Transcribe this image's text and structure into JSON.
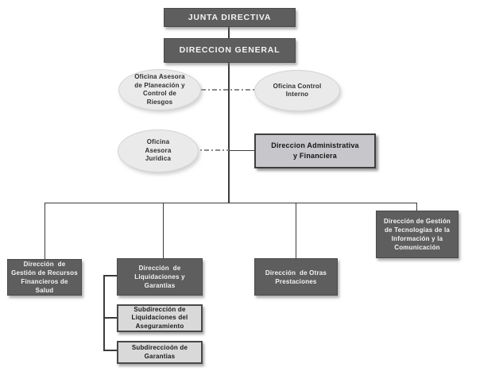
{
  "diagram": {
    "type": "org-chart",
    "language": "es",
    "nodes": {
      "junta_directiva": {
        "label": "JUNTA DIRECTIVA",
        "level": 1,
        "style": "dark"
      },
      "direccion_general": {
        "label": "DIRECCION GENERAL",
        "level": 2,
        "style": "dark"
      },
      "oficina_planeacion": {
        "label": "Oficina Asesora\nde Planeación y\nControl de\nRiesgos",
        "level": 3,
        "style": "ellipse"
      },
      "oficina_control_interno": {
        "label": "Oficina Control\nInterno",
        "level": 3,
        "style": "ellipse"
      },
      "oficina_juridica": {
        "label": "Oficina\nAsesora\nJurídica",
        "level": 3,
        "style": "ellipse"
      },
      "direccion_administrativa": {
        "label": "Direccion Administrativa\ny Financiera",
        "level": 3,
        "style": "gray-box"
      },
      "direccion_recursos": {
        "label": "Dirección  de\nGestión de Recursos\nFinancieros de\nSalud",
        "level": 4,
        "style": "dark"
      },
      "direccion_liquidaciones": {
        "label": "Dirección  de\nLiquidaciones y\nGarantias",
        "level": 4,
        "style": "dark"
      },
      "subdireccion_liquidaciones": {
        "label": "Subdirección de\nLiquidaciones del\nAseguramiento",
        "level": 5,
        "style": "light-box"
      },
      "subdireccion_garantias": {
        "label": "Subdireccioón de\nGarantias",
        "level": 5,
        "style": "light-box"
      },
      "direccion_otras": {
        "label": "Dirección  de Otras\nPrestaciones",
        "level": 4,
        "style": "dark"
      },
      "direccion_tecnologias": {
        "label": "Dirección de Gestión\nde Tecnologías de la\nInformación y la\nComunicación",
        "level": 4,
        "style": "dark"
      }
    },
    "edges": [
      "junta_directiva -> direccion_general",
      "direccion_general -> direccion_recursos",
      "direccion_general -> direccion_liquidaciones",
      "direccion_general -> direccion_otras",
      "direccion_general -> direccion_tecnologias",
      "direccion_general -- oficina_planeacion (dashed)",
      "direccion_general -- oficina_control_interno (dashed)",
      "direccion_general -- oficina_juridica (dashed)",
      "direccion_general -> direccion_administrativa",
      "direccion_liquidaciones -> subdireccion_liquidaciones",
      "direccion_liquidaciones -> subdireccion_garantias"
    ],
    "colors": {
      "dark_box": "#5e5e5e",
      "dark_box_text": "#f4f4f4",
      "ellipse_fill": "#eaeaea",
      "admin_box_fill": "#c7c7cb",
      "light_box_fill": "#d9d9d9",
      "connector": "#3c3c3c",
      "dashed_connector": "#8a8a8a",
      "background": "#ffffff"
    }
  }
}
